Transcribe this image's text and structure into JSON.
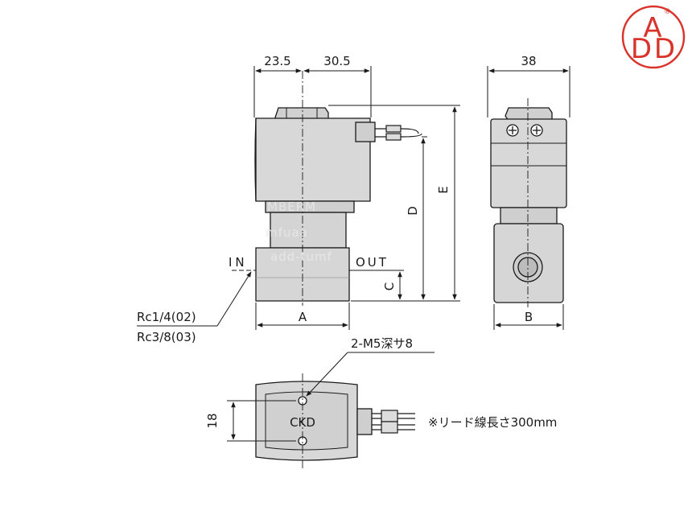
{
  "logo": {
    "letters": [
      "A",
      "D",
      "D"
    ],
    "registered": "®",
    "color": "#d9342b"
  },
  "front_view": {
    "dim_top_left": "23.5",
    "dim_top_right": "30.5",
    "dim_height_d": "D",
    "dim_height_e": "E",
    "dim_port_c": "C",
    "dim_width_a": "A",
    "port_in": "IN",
    "port_out": "OUT",
    "thread_1": "Rc1/4(02)",
    "thread_2": "Rc3/8(03)"
  },
  "side_view": {
    "dim_top": "38",
    "dim_width_b": "B"
  },
  "bottom_view": {
    "mount_hole_note": "2-M5深サ8",
    "dim_height": "18",
    "brand_mark": "CKD",
    "lead_note": "※リード線長さ300mm"
  },
  "watermark": [
    "MBERM",
    "mfuaa",
    "add-tumf"
  ],
  "colors": {
    "line": "#1a1a1a",
    "body_fill": "#d8d8d8",
    "shade_fill": "#c4c4c4"
  }
}
